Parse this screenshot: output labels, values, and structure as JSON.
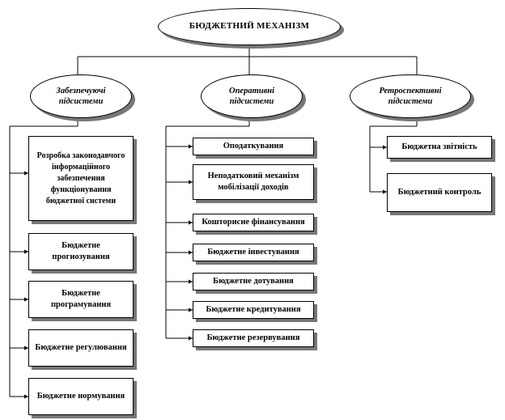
{
  "root": {
    "label": "БЮДЖЕТНИЙ  МЕХАНІЗМ"
  },
  "subsystems": [
    {
      "label": "Забезпечуючі підсистеми",
      "items": [
        "Розробка законодавчого інформаційного забезпечення функціонування бюджетної системи",
        "Бюджетне прогнозування",
        "Бюджетне програмування",
        "Бюджетне регулювання",
        "Бюджетне нормування"
      ]
    },
    {
      "label": "Оперативні підсистеми",
      "items": [
        "Оподаткування",
        "Неподатковий механізм мобілізації доходів",
        "Кошторисне фінансування",
        "Бюджетне інвестування",
        "Бюджетне дотування",
        "Бюджетне кредитування",
        "Бюджетне резервування"
      ]
    },
    {
      "label": "Ретроспективні підсистеми",
      "items": [
        "Бюджетна звітність",
        "Бюджетний контроль"
      ]
    }
  ]
}
